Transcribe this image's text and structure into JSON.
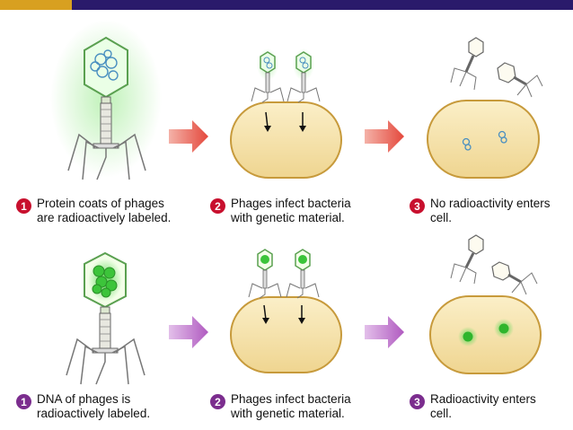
{
  "colors": {
    "arrow_red": "#e4483c",
    "arrow_purple": "#b05ac0",
    "badge_red": "#c8102e",
    "badge_purple": "#7b2d8e",
    "bacterium_fill": "#f5e2a8",
    "bacterium_edge": "#c79a3b",
    "protein_label": "#8fe08a",
    "dna_label": "#3cc43a",
    "top_bar": "#2a1a6b"
  },
  "top_row": {
    "step1": {
      "number": "1",
      "line1": "Protein coats of phages",
      "line2": "are radioactively labeled."
    },
    "step2": {
      "number": "2",
      "line1": "Phages infect bacteria",
      "line2": "with genetic material."
    },
    "step3": {
      "number": "3",
      "line1": "No radioactivity enters",
      "line2": "cell."
    }
  },
  "bottom_row": {
    "step1": {
      "number": "1",
      "line1": "DNA of phages is",
      "line2": "radioactively labeled."
    },
    "step2": {
      "number": "2",
      "line1": "Phages infect bacteria",
      "line2": "with genetic material."
    },
    "step3": {
      "number": "3",
      "line1": "Radioactivity enters",
      "line2": "cell."
    }
  }
}
